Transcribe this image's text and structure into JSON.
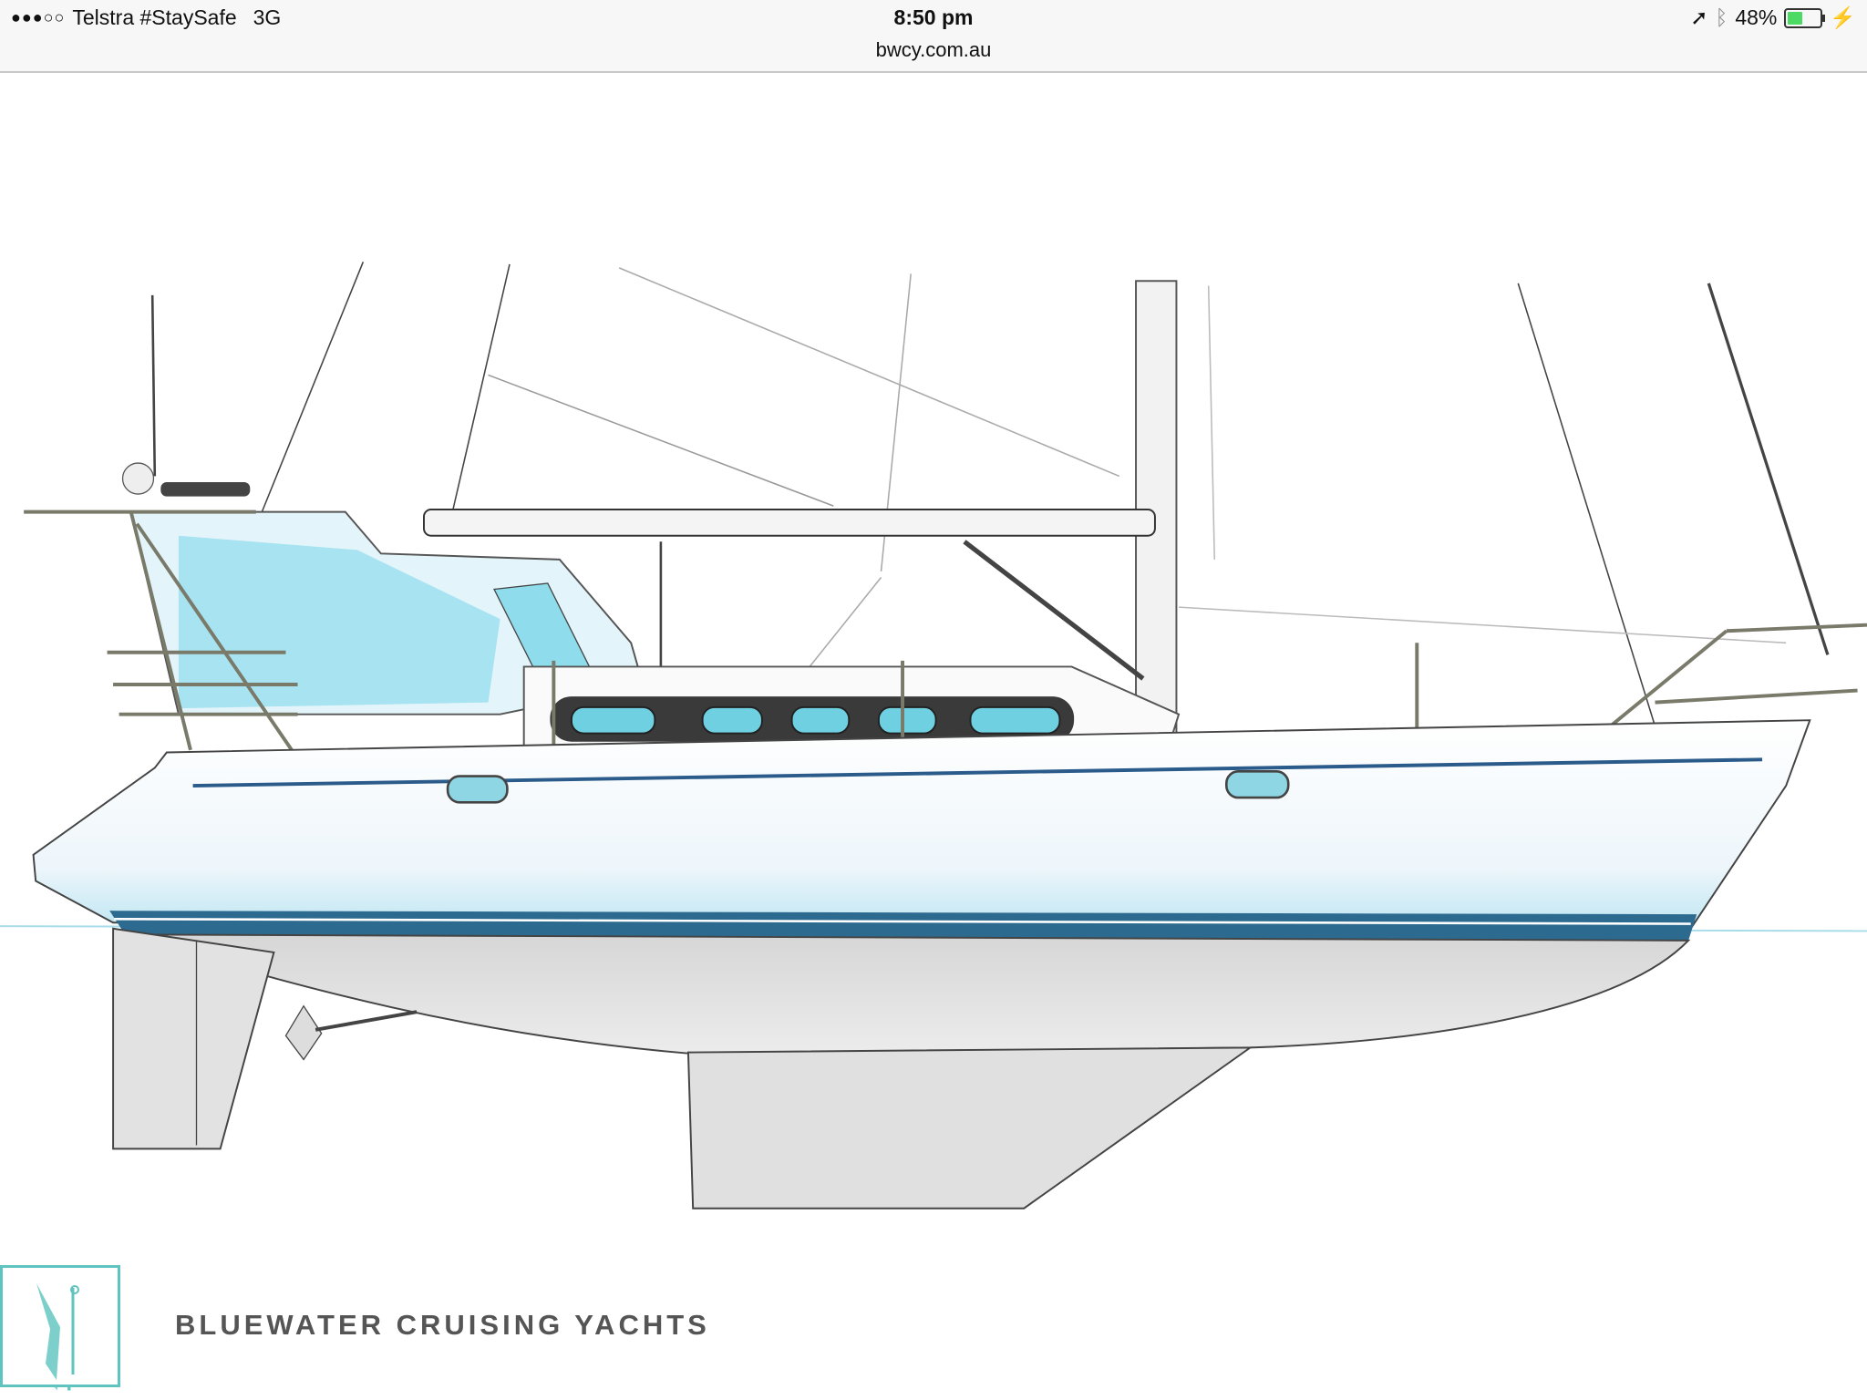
{
  "status_bar": {
    "carrier": "Telstra #StaySafe",
    "network": "3G",
    "signal_bars": 3,
    "time": "8:50 pm",
    "url": "bwcy.com.au",
    "battery_percent_label": "48%",
    "battery_level": 0.48,
    "icons": [
      "location-arrow-icon",
      "bluetooth-icon",
      "battery-icon",
      "charging-bolt-icon"
    ]
  },
  "page": {
    "brand_name": "BLUEWATER CRUISING YACHTS",
    "colors": {
      "accent": "#5fc3c0",
      "hull_stripe": "#2a5b8a",
      "glass": "#7fd3e6"
    }
  }
}
